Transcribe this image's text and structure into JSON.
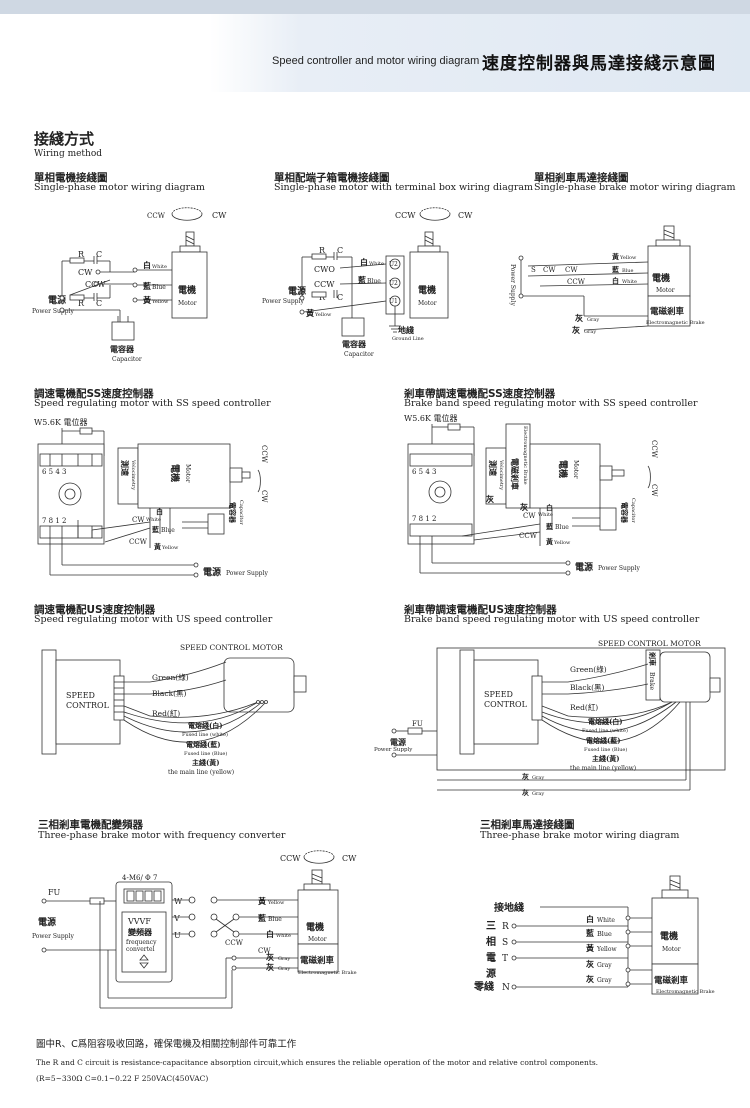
{
  "header": {
    "title_en": "Speed controller and motor wiring diagram",
    "title_zh": "速度控制器與馬達接綫示意圖"
  },
  "section": {
    "title_zh": "接綫方式",
    "title_en": "Wiring method"
  },
  "d1": {
    "title_zh": "單相電機接綫圖",
    "title_en": "Single-phase motor wiring diagram",
    "ccw": "CCW",
    "cw": "CW",
    "cw_sw": "CW",
    "ccw_sw": "CCW",
    "r": "R",
    "c": "C",
    "white_zh": "白",
    "white_en": "White",
    "blue_zh": "藍",
    "blue_en": "Blue",
    "yellow_zh": "黃",
    "yellow_en": "Yellow",
    "motor_zh": "電機",
    "motor_en": "Motor",
    "power_zh": "電源",
    "power_en": "Power Supply",
    "cap_zh": "電容器",
    "cap_en": "Capacitor"
  },
  "d2": {
    "title_zh": "單相配端子箱電機接綫圖",
    "title_en": "Single-phase motor with terminal box wiring diagram",
    "ccw": "CCW",
    "cw": "CW",
    "r": "R",
    "c": "C",
    "cw_sw": "CWO",
    "ccw_sw": "CCW",
    "white_zh": "白",
    "white_en": "White",
    "blue_zh": "藍",
    "blue_en": "Blue",
    "yellow_zh": "黃",
    "yellow_en": "Yellow",
    "u1": "U1",
    "u2": "U2",
    "z2": "U2",
    "motor_zh": "電機",
    "motor_en": "Motor",
    "power_zh": "電源",
    "power_en": "Power Supply",
    "ground_zh": "地綫",
    "ground_en": "Ground Line",
    "cap_zh": "電容器",
    "cap_en": "Capacitor"
  },
  "d3": {
    "title_zh": "單相剎車馬達接綫圖",
    "title_en": "Single-phase brake motor wiring diagram",
    "power_en": "Power Supply",
    "s": "S",
    "cw": "CW",
    "ccw": "CCW",
    "yellow_zh": "黃",
    "yellow_en": "Yellow",
    "blue_zh": "藍",
    "blue_en": "Blue",
    "white_zh": "白",
    "white_en": "White",
    "gray_zh": "灰",
    "gray_en": "Gray",
    "motor_zh": "電機",
    "motor_en": "Motor",
    "brake_zh": "電磁剎車",
    "brake_en": "Electromagnetic Brake"
  },
  "d4": {
    "title_zh": "調速電機配SS速度控制器",
    "title_en": "Speed regulating motor with SS speed controller",
    "pot": "W5.6K 電位器",
    "t654": "6  5    4   3",
    "t78": "7  8     1   2",
    "velo_zh": "測速",
    "velo_en": "Velocimetry",
    "motor_zh": "電機",
    "motor_en": "Motor",
    "cw": "CW",
    "ccw": "CCW",
    "cw2": "CW",
    "ccw2": "CCW",
    "white_zh": "白",
    "white_en": "White",
    "blue_zh": "藍",
    "blue_en": "Blue",
    "yellow_zh": "黃",
    "yellow_en": "Yellow",
    "cap_zh": "電容器",
    "cap_en": "Capacitor",
    "power_zh": "電源",
    "power_en": "Power Supply"
  },
  "d5": {
    "title_zh": "剎車帶調速電機配SS速度控制器",
    "title_en": "Brake band speed regulating motor with SS speed controller",
    "pot": "W5.6K 電位器",
    "t654": "6  5    4   3",
    "t78": "7  8     1   2",
    "velo_zh": "測速",
    "velo_en": "Velocimetry",
    "brake_zh": "電磁剎車",
    "brake_en": "Electromagnetic Brake",
    "motor_zh": "電機",
    "motor_en": "Motor",
    "cw": "CW",
    "ccw": "CCW",
    "cw2": "CW",
    "ccw2": "CCW",
    "gray_zh": "灰",
    "white_zh": "白",
    "white_en": "White",
    "blue_zh": "藍",
    "blue_en": "Blue",
    "yellow_zh": "黃",
    "yellow_en": "Yellow",
    "cap_zh": "電容器",
    "cap_en": "Capacitor",
    "power_zh": "電源",
    "power_en": "Power Supply"
  },
  "d6": {
    "title_zh": "調速電機配US速度控制器",
    "title_en": "Speed regulating motor with US speed controller",
    "scm": "SPEED CONTROL  MOTOR",
    "sc1": "SPEED",
    "sc2": "CONTROL",
    "green": "Green(綠)",
    "black": "Black(黑)",
    "red": "Red(紅)",
    "fw_zh": "電熔綫(白)",
    "fw_en": "Fused line (white)",
    "fb_zh": "電熔綫(藍)",
    "fb_en": "Fused line (Blue)",
    "main_zh": "主綫(黃)",
    "main_en": "the main line (yellow)"
  },
  "d7": {
    "title_zh": "剎車帶調速電機配US速度控制器",
    "title_en": "Brake band speed regulating motor with US speed controller",
    "scm": "SPEED CONTROL  MOTOR",
    "sc1": "SPEED",
    "sc2": "CONTROL",
    "brake_zh": "剎車",
    "brake_en": "Brake",
    "fu": "FU",
    "power_zh": "電源",
    "power_en": "Power Supply",
    "green": "Green(綠)",
    "black": "Black(黑)",
    "red": "Red(紅)",
    "fw_zh": "電熔綫(白)",
    "fw_en": "Fused line (white)",
    "fb_zh": "電熔綫(藍)",
    "fb_en": "Fused line (Blue)",
    "main_zh": "主綫(黃)",
    "main_en": "the main line (yellow)",
    "gray_zh": "灰",
    "gray_en": "Gray"
  },
  "d8": {
    "title_zh": "三相剎車電機配變頻器",
    "title_en": "Three-phase brake motor with frequency converter",
    "ccw": "CCW",
    "cw": "CW",
    "m6": "4-M6/ Φ 7",
    "fu": "FU",
    "power_zh": "電源",
    "power_en": "Power Supply",
    "vvvf": "VVVF",
    "conv_zh": "變頻器",
    "conv_en1": "frequency",
    "conv_en2": "convertel",
    "w": "W",
    "v": "V",
    "u": "U",
    "cw_sw": "CW",
    "ccw_sw": "CCW",
    "yellow_zh": "黃",
    "yellow_en": "Yellow",
    "blue_zh": "藍",
    "blue_en": "Blue",
    "white_zh": "白",
    "white_en": "White",
    "gray_zh": "灰",
    "gray_en": "Gray",
    "motor_zh": "電機",
    "motor_en": "Motor",
    "brake_zh": "電磁剎車",
    "brake_en": "Electromagnetic Brake"
  },
  "d9": {
    "title_zh": "三相剎車馬達接綫圖",
    "title_en": "Three-phase brake motor wiring diagram",
    "ground": "接地綫",
    "san": "三",
    "xiang": "相",
    "dian": "電",
    "yuan": "源",
    "r": "R",
    "s": "S",
    "t": "T",
    "n": "N",
    "neutral": "零綫",
    "white_zh": "白",
    "white_en": "White",
    "blue_zh": "藍",
    "blue_en": "Blue",
    "yellow_zh": "黃",
    "yellow_en": "Yellow",
    "gray_zh": "灰",
    "gray_en": "Gray",
    "motor_zh": "電機",
    "motor_en": "Motor",
    "brake_zh": "電磁剎車",
    "brake_en": "Electromagnetic Brake"
  },
  "footer": {
    "note_zh": "圖中R、C爲阻容吸收回路，確保電機及相關控制部件可靠工作",
    "note_en": "The R and C circuit is resistance-capacitance absorption circuit,which ensures the reliable operation of the motor and relative control components.",
    "spec": "(R=5~330Ω   C=0.1~0.22   F   250VAC(450VAC)"
  }
}
